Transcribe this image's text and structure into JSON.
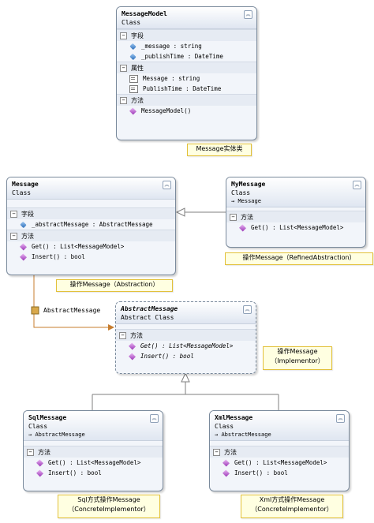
{
  "classes": {
    "message_model": {
      "name": "MessageModel",
      "stereotype": "Class",
      "fields_header": "字段",
      "fields": [
        "_message : string",
        "_publishTime : DateTime"
      ],
      "props_header": "属性",
      "props": [
        "Message : string",
        "PublishTime : DateTime"
      ],
      "methods_header": "方法",
      "methods": [
        "MessageModel()"
      ]
    },
    "message": {
      "name": "Message",
      "stereotype": "Class",
      "fields_header": "字段",
      "fields": [
        "_abstractMessage : AbstractMessage"
      ],
      "methods_header": "方法",
      "methods": [
        "Get() : List<MessageModel>",
        "Insert() : bool"
      ]
    },
    "my_message": {
      "name": "MyMessage",
      "stereotype": "Class",
      "inherits": "Message",
      "methods_header": "方法",
      "methods": [
        "Get() : List<MessageModel>"
      ]
    },
    "abstract_message": {
      "name": "AbstractMessage",
      "stereotype": "Abstract Class",
      "methods_header": "方法",
      "methods": [
        "Get() : List<MessageModel>",
        "Insert() : bool"
      ]
    },
    "sql_message": {
      "name": "SqlMessage",
      "stereotype": "Class",
      "inherits": "AbstractMessage",
      "methods_header": "方法",
      "methods": [
        "Get() : List<MessageModel>",
        "Insert() : bool"
      ]
    },
    "xml_message": {
      "name": "XmlMessage",
      "stereotype": "Class",
      "inherits": "AbstractMessage",
      "methods_header": "方法",
      "methods": [
        "Get() : List<MessageModel>",
        "Insert() : bool"
      ]
    }
  },
  "notes": {
    "message_model": "Message实体类",
    "refined_abstraction": "操作Message（RefinedAbstraction）",
    "abstraction": "操作Message（Abstraction）",
    "implementor_line1": "操作Message",
    "implementor_line2": "（Implementor）",
    "sql_line1": "Sql方式操作Message",
    "sql_line2": "（ConcreteImplementor）",
    "xml_line1": "Xml方式操作Message",
    "xml_line2": "（ConcreteImplementor）"
  },
  "association_label": "AbstractMessage",
  "collapse_glyph": "︽",
  "toggle_glyph": "−",
  "inherit_arrow": "→"
}
